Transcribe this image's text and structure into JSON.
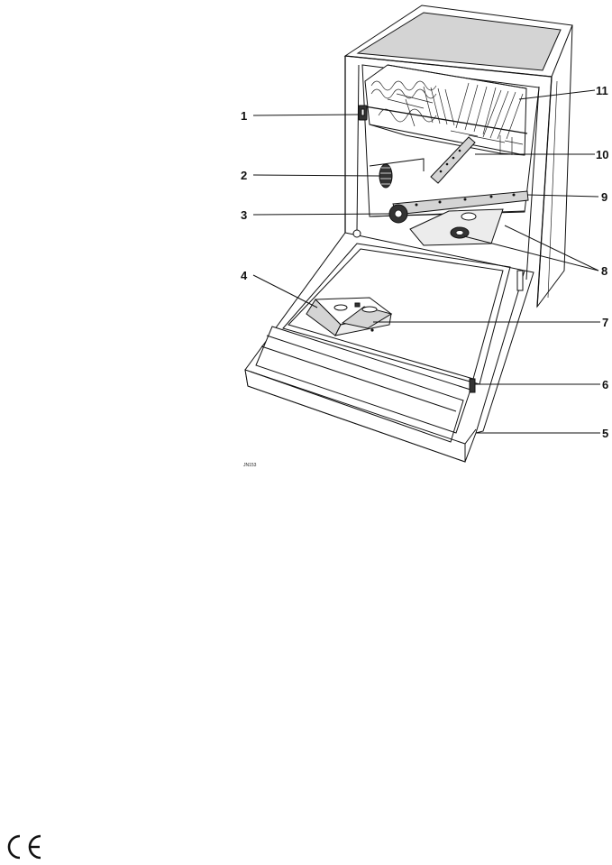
{
  "figure": {
    "callouts": [
      {
        "id": "c1",
        "number": "1"
      },
      {
        "id": "c2",
        "number": "2"
      },
      {
        "id": "c3",
        "number": "3"
      },
      {
        "id": "c4",
        "number": "4"
      },
      {
        "id": "c5",
        "number": "5"
      },
      {
        "id": "c6",
        "number": "6"
      },
      {
        "id": "c7",
        "number": "7"
      },
      {
        "id": "c8",
        "number": "8"
      },
      {
        "id": "c9",
        "number": "9"
      },
      {
        "id": "c10",
        "number": "10"
      },
      {
        "id": "c11",
        "number": "11"
      }
    ],
    "reference_code": "JN153",
    "certification_mark": "CE",
    "line_color": "#111111",
    "panel_fill": "#d4d4d4"
  }
}
